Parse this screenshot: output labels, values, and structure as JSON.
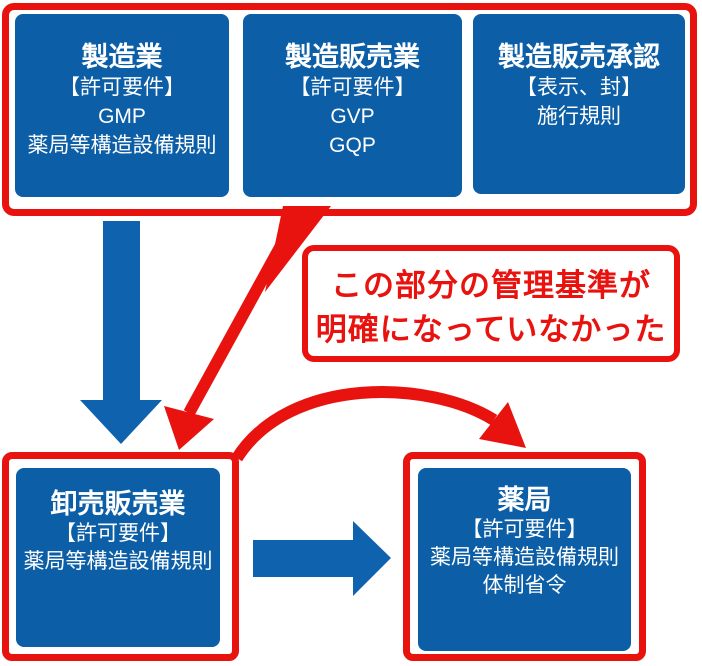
{
  "colors": {
    "box_blue": "#0c5ea6",
    "arrow_blue": "#0f62ad",
    "accent_red": "#e8120f",
    "text_on_blue": "#ffffff"
  },
  "top_group": {
    "boxes": [
      {
        "title": "製造業",
        "lines": [
          "【許可要件】",
          "GMP",
          "薬局等構造設備規則"
        ]
      },
      {
        "title": "製造販売業",
        "lines": [
          "【許可要件】",
          "GVP",
          "GQP"
        ]
      },
      {
        "title": "製造販売承認",
        "lines": [
          "【表示、封】",
          "施行規則"
        ]
      }
    ]
  },
  "callout": {
    "line1": "この部分の管理基準が",
    "line2": "明確になっていなかった"
  },
  "bottom_left": {
    "title": "卸売販売業",
    "lines": [
      "【許可要件】",
      "薬局等構造設備規則"
    ]
  },
  "bottom_right": {
    "title": "薬局",
    "lines": [
      "【許可要件】",
      "薬局等構造設備規則",
      "体制省令"
    ]
  },
  "arrows": {
    "down": "blue-down-arrow",
    "right": "blue-right-arrow",
    "swoosh_top_to_wholesale": "red-curved-arrow-down",
    "swoosh_wholesale_to_pharmacy": "red-curved-arrow-over"
  }
}
